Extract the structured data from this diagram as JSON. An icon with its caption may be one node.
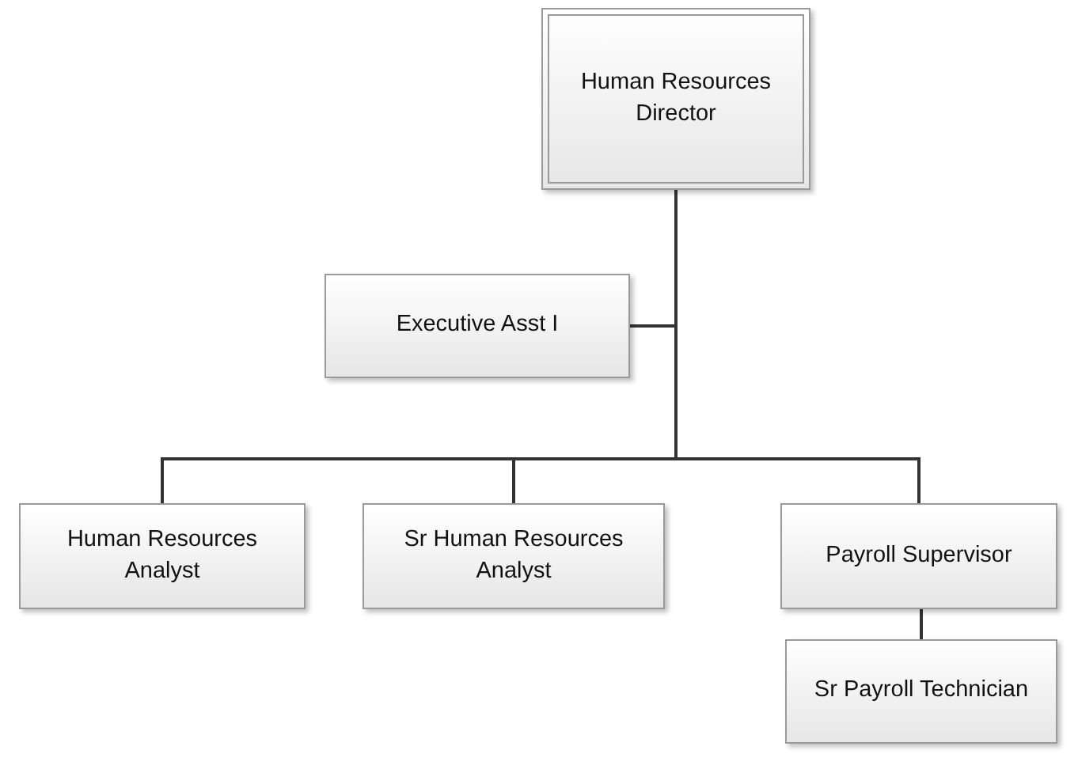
{
  "diagram": {
    "nodes": [
      {
        "text": [
          "Human Resources Director"
        ]
      },
      {
        "text": [
          "Executive Asst I"
        ]
      },
      {
        "text": [
          "Human Resources Analyst"
        ]
      },
      {
        "text": [
          "Sr Human Resources Analyst"
        ]
      },
      {
        "text": [
          "Payroll Supervisor"
        ]
      },
      {
        "text": [
          "Sr Payroll Technician"
        ]
      }
    ],
    "edges": [
      {
        "from": 0,
        "to": 1,
        "arrow": "none"
      },
      {
        "from": 0,
        "to": 2,
        "arrow": "none"
      },
      {
        "from": 0,
        "to": 3,
        "arrow": "none"
      },
      {
        "from": 0,
        "to": 4,
        "arrow": "none"
      },
      {
        "from": 4,
        "to": 5,
        "arrow": "none"
      }
    ]
  }
}
